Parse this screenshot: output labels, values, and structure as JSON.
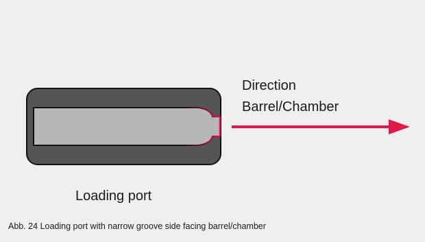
{
  "diagram": {
    "direction_line1": "Direction",
    "direction_line2": "Barrel/Chamber",
    "port_label": "Loading port",
    "caption": "Abb. 24  Loading port with narrow groove side facing barrel/chamber",
    "colors": {
      "background": "#efefef",
      "port_body": "#555555",
      "port_outline": "#111111",
      "bore": "#b6b6b6",
      "groove": "#d4144a",
      "arrow": "#e0184e"
    }
  }
}
